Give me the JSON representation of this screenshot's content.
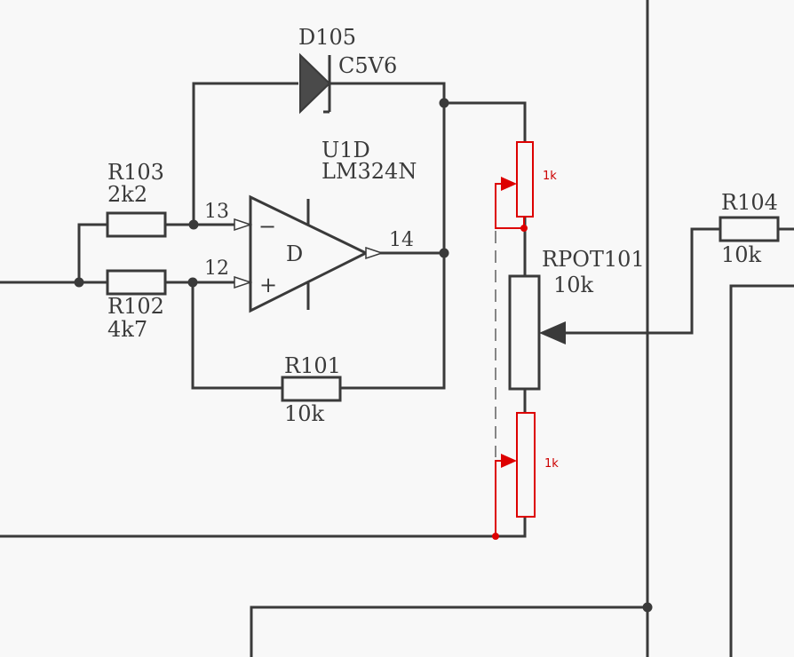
{
  "components": {
    "d105": {
      "ref": "D105",
      "value": "C5V6"
    },
    "u1d": {
      "ref": "U1D",
      "part": "LM324N",
      "unit": "D",
      "pin_inv": "13",
      "pin_noninv": "12",
      "pin_out": "14",
      "minus": "−",
      "plus": "+"
    },
    "r103": {
      "ref": "R103",
      "value": "2k2"
    },
    "r102": {
      "ref": "R102",
      "value": "4k7"
    },
    "r101": {
      "ref": "R101",
      "value": "10k"
    },
    "r104": {
      "ref": "R104",
      "value": "10k"
    },
    "rpot101": {
      "ref": "RPOT101",
      "value": "10k"
    },
    "pot_top": {
      "value": "1k"
    },
    "pot_bottom": {
      "value": "1k"
    }
  },
  "colors": {
    "wire": "#3a3a3a",
    "overlay": "#dd0000",
    "background": "#f8f8f8"
  }
}
